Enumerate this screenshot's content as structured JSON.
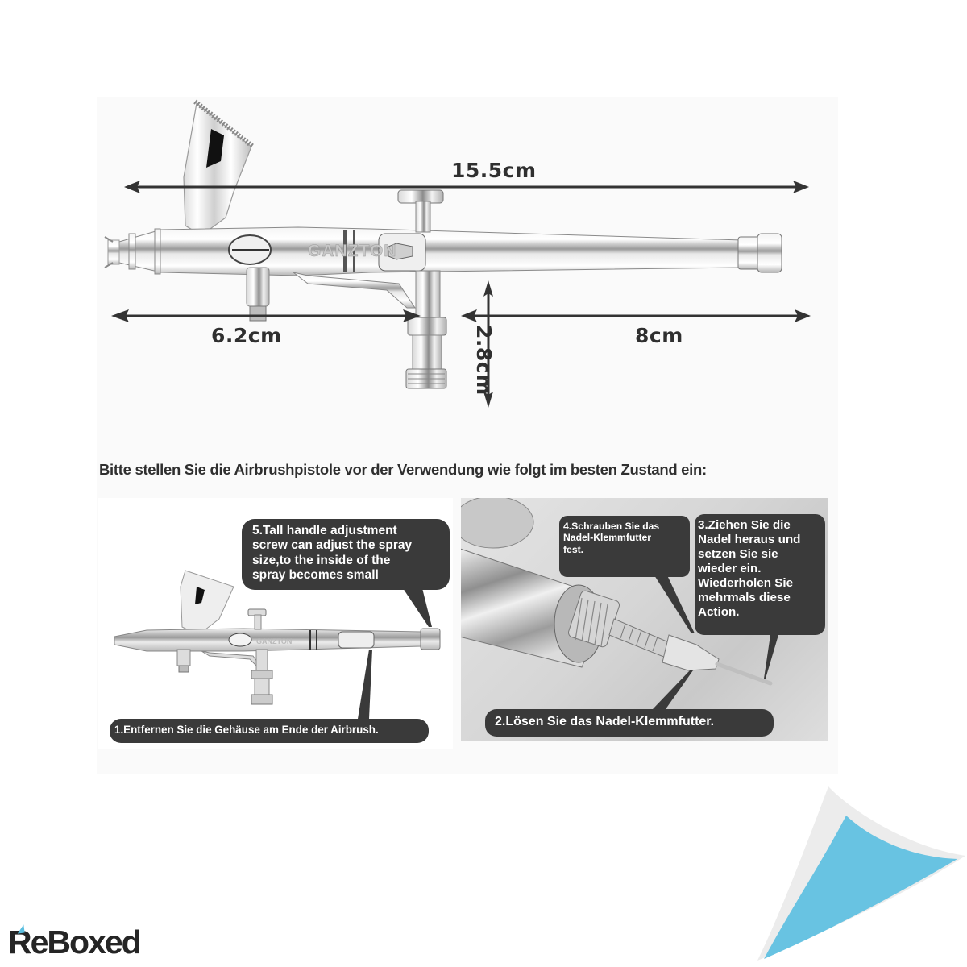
{
  "product": {
    "brand_engraving": "GANZTON",
    "type": "Airbrush"
  },
  "dimensions": {
    "total_length": "15.5cm",
    "front_length": "6.2cm",
    "rear_length": "8cm",
    "hose_connector_height": "2.8cm"
  },
  "instruction_heading": "Bitte stellen Sie die Airbrushpistole vor der Verwendung wie folgt im besten Zustand ein:",
  "steps": {
    "step1": "1.Entfernen Sie die Gehäuse am Ende der Airbrush.",
    "step2": "2.Lösen Sie das Nadel-Klemmfutter.",
    "step3": "3.Ziehen Sie die\nNadel heraus und\nsetzen Sie sie\nwieder ein.\nWiederholen Sie\nmehrmals diese\nAction.",
    "step4": "4.Schrauben Sie das\nNadel-Klemmfutter\nfest.",
    "step5": "5.Tall handle adjustment\nscrew can adjust the spray\nsize,to the inside of the\nspray becomes small"
  },
  "footer": {
    "logo_text": "ReBoxed"
  },
  "colors": {
    "text_dark": "#2f2f2f",
    "bubble_bg": "#3a3a3a",
    "bubble_text": "#ffffff",
    "brand_accent": "#5bbfe0",
    "curl_back": "#ececec"
  }
}
